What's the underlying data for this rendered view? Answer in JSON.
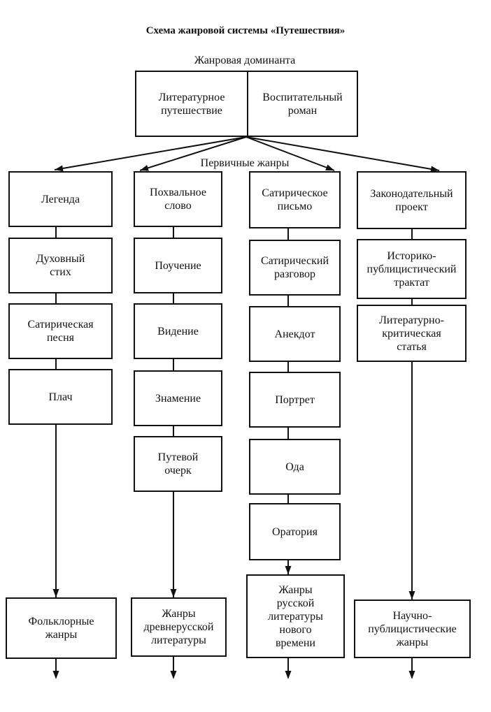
{
  "title": "Схема жанровой системы «Путешествия»",
  "dominant": {
    "label": "Жанровая доминанта",
    "left": "Литературное\nпутешествие",
    "right": "Воспитательный\nроман"
  },
  "primary_label": "Первичные жанры",
  "columns": [
    {
      "items": [
        "Легенда",
        "Духовный\nстих",
        "Сатирическая\nпесня",
        "Плач"
      ],
      "result": "Фольклорные\nжанры"
    },
    {
      "items": [
        "Похвальное\nслово",
        "Поучение",
        "Видение",
        "Знамение",
        "Путевой\nочерк"
      ],
      "result": "Жанры\nдревнерусской\nлитературы"
    },
    {
      "items": [
        "Сатирическое\nписьмо",
        "Сатирический\nразговор",
        "Анекдот",
        "Портрет",
        "Ода",
        "Оратория"
      ],
      "result": "Жанры\nрусской\nлитературы\nнового\nвремени"
    },
    {
      "items": [
        "Законодательный\nпроект",
        "Историко-\nпублицистический\nтрактат",
        "Литературно-\nкритическая\nстатья"
      ],
      "result": "Научно-\nпублицистические\nжанры"
    }
  ]
}
